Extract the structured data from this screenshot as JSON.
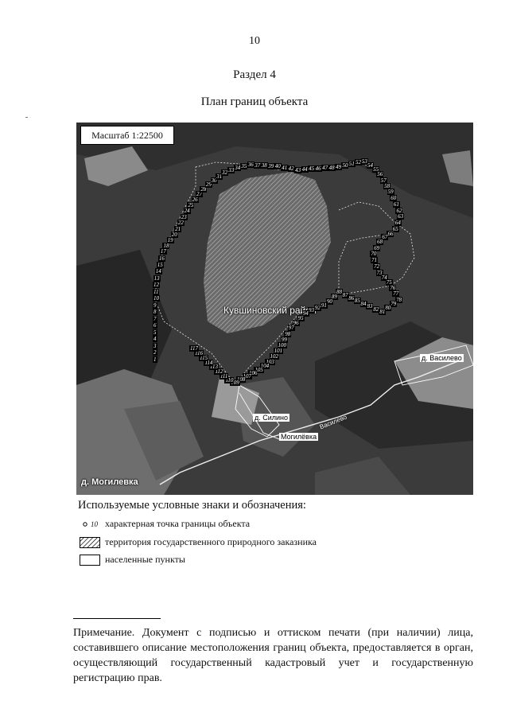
{
  "page_number": "10",
  "section_title": "Раздел 4",
  "plan_title": "План границ объекта",
  "map": {
    "scale_label": "Масштаб 1:22500",
    "district_label": "Кувшиновский район",
    "settlements": [
      "д. Василево",
      "д. Силино",
      "Могилёвка",
      "д. Могилевка"
    ],
    "road_label": "Василево",
    "boundary_points": [
      "1",
      "2",
      "3",
      "4",
      "5",
      "6",
      "7",
      "8",
      "9",
      "10",
      "11",
      "12",
      "13",
      "14",
      "15",
      "16",
      "17",
      "18",
      "19",
      "20",
      "21",
      "22",
      "23",
      "24",
      "25",
      "26",
      "27",
      "28",
      "29",
      "30",
      "31",
      "32",
      "33",
      "34",
      "35",
      "36",
      "37",
      "38",
      "39",
      "40",
      "41",
      "42",
      "43",
      "44",
      "45",
      "46",
      "47",
      "48",
      "49",
      "50",
      "51",
      "52",
      "53",
      "54",
      "55",
      "56",
      "57",
      "58",
      "59",
      "60",
      "61",
      "62",
      "63",
      "64",
      "65",
      "66",
      "67",
      "68",
      "69",
      "70",
      "71",
      "72",
      "73",
      "74",
      "75",
      "76",
      "77",
      "78",
      "79",
      "80",
      "81",
      "82",
      "83",
      "84",
      "85",
      "86",
      "87",
      "88",
      "89",
      "90",
      "91",
      "92",
      "93",
      "94",
      "95",
      "96",
      "97",
      "98",
      "99",
      "100",
      "101",
      "102",
      "103",
      "104",
      "105",
      "106",
      "107",
      "108",
      "109",
      "110",
      "111",
      "112",
      "113",
      "114",
      "115",
      "116",
      "117"
    ]
  },
  "legend": {
    "title": "Используемые условные знаки и обозначения:",
    "items": [
      {
        "label": "характерная точка границы объекта",
        "sample": "10"
      },
      {
        "label": "территория государственного природного заказника"
      },
      {
        "label": "населенные пункты"
      }
    ]
  },
  "note": "Примечание. Документ с подписью и оттиском печати (при наличии) лица, составившего описание местоположения границ объекта, предоставляется в орган, осуществляющий государственный кадастровый учет и государственную регистрацию прав."
}
